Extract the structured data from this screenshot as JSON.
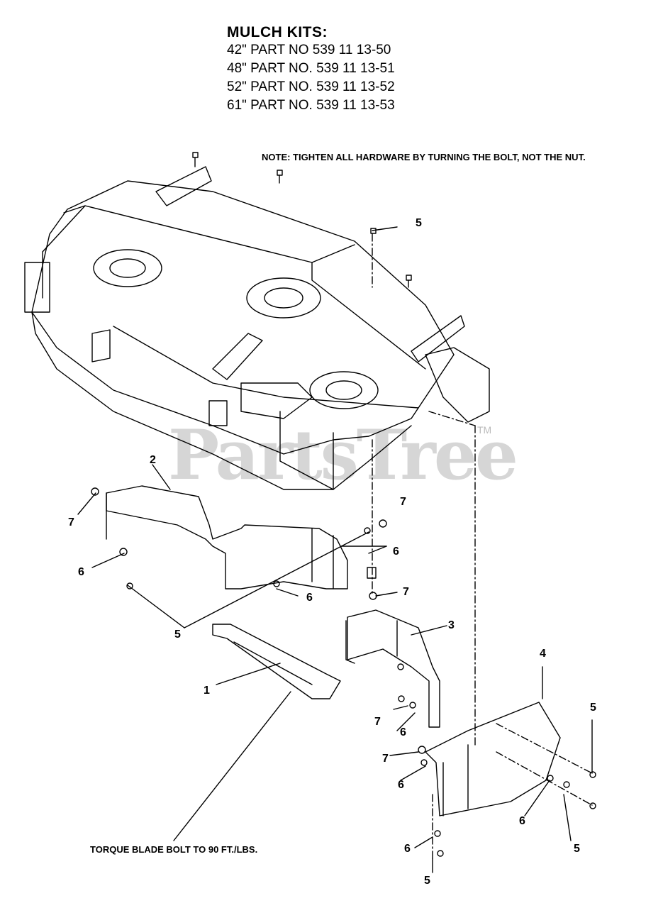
{
  "kits": {
    "title": "MULCH KITS:",
    "lines": [
      "42\" PART NO 539 11 13-50",
      "48\" PART NO. 539 11 13-51",
      "52\" PART NO. 539 11 13-52",
      "61\" PART NO. 539 11 13-53"
    ]
  },
  "note": "NOTE: TIGHTEN ALL HARDWARE BY TURNING THE BOLT, NOT THE NUT.",
  "torque_note": "TORQUE BLADE BOLT TO 90 FT./LBS.",
  "watermark": "PartsTree",
  "trademark": "TM",
  "callouts": {
    "c1": "1",
    "c2": "2",
    "c3": "3",
    "c4": "4",
    "c5a": "5",
    "c5b": "5",
    "c5c": "5",
    "c5d": "5",
    "c5e": "5",
    "c6a": "6",
    "c6b": "6",
    "c6c": "6",
    "c6d": "6",
    "c6e": "6",
    "c6f": "6",
    "c6g": "6",
    "c7a": "7",
    "c7b": "7",
    "c7c": "7",
    "c7d": "7",
    "c7e": "7"
  }
}
